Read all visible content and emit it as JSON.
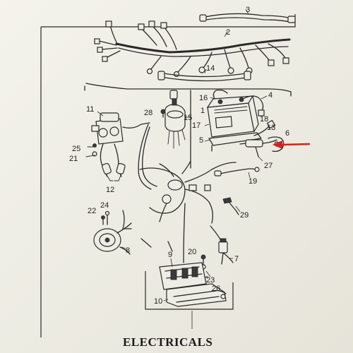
{
  "caption": "ELECTRICALS",
  "callouts": [
    "1",
    "2",
    "3",
    "4",
    "5",
    "6",
    "7",
    "8",
    "9",
    "10",
    "11",
    "12",
    "13",
    "14",
    "15",
    "16",
    "17",
    "18",
    "19",
    "20",
    "21",
    "22",
    "23",
    "24",
    "25",
    "26",
    "27",
    "28",
    "29"
  ],
  "highlight_color": "#d42020"
}
